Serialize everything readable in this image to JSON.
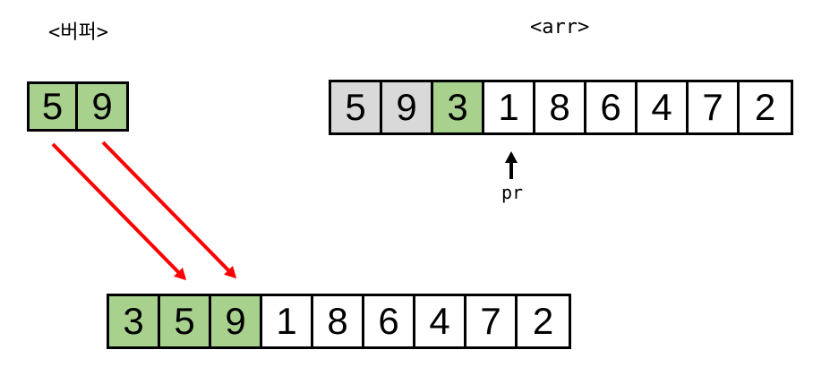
{
  "colors": {
    "highlight_green": "#a9d18e",
    "consumed_gray": "#d9d9d9",
    "cell_white": "#ffffff",
    "arrow_red": "#ff0000",
    "line_black": "#000000"
  },
  "buffer": {
    "label": "<버퍼>",
    "cells": [
      {
        "value": "5",
        "fill": "green"
      },
      {
        "value": "9",
        "fill": "green"
      }
    ]
  },
  "arr": {
    "label": "<arr>",
    "cells": [
      {
        "value": "5",
        "fill": "gray"
      },
      {
        "value": "9",
        "fill": "gray"
      },
      {
        "value": "3",
        "fill": "green"
      },
      {
        "value": "1",
        "fill": "white"
      },
      {
        "value": "8",
        "fill": "white"
      },
      {
        "value": "6",
        "fill": "white"
      },
      {
        "value": "4",
        "fill": "white"
      },
      {
        "value": "7",
        "fill": "white"
      },
      {
        "value": "2",
        "fill": "white"
      }
    ],
    "pointer_label": "pr"
  },
  "merged": {
    "cells": [
      {
        "value": "3",
        "fill": "green"
      },
      {
        "value": "5",
        "fill": "green"
      },
      {
        "value": "9",
        "fill": "green"
      },
      {
        "value": "1",
        "fill": "white"
      },
      {
        "value": "8",
        "fill": "white"
      },
      {
        "value": "6",
        "fill": "white"
      },
      {
        "value": "4",
        "fill": "white"
      },
      {
        "value": "7",
        "fill": "white"
      },
      {
        "value": "2",
        "fill": "white"
      }
    ]
  }
}
